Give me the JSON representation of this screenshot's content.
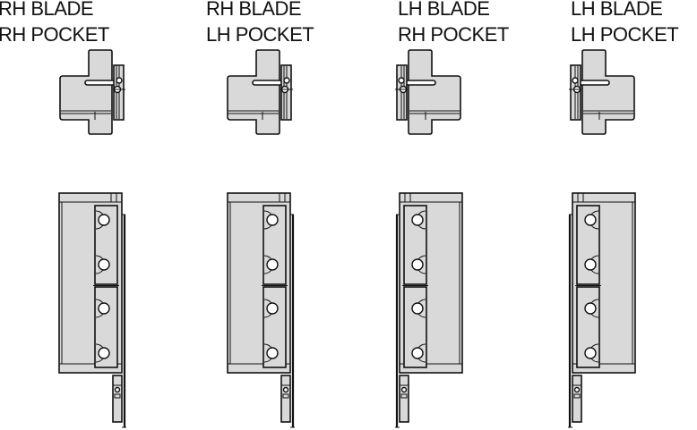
{
  "colors": {
    "fill": "#d9d9d9",
    "stroke": "#111111",
    "background": "#ffffff"
  },
  "configurations": [
    {
      "blade": "RH BLADE",
      "pocket": "RH POCKET",
      "mirror": false
    },
    {
      "blade": "RH BLADE",
      "pocket": "LH POCKET",
      "mirror": false
    },
    {
      "blade": "LH BLADE",
      "pocket": "RH POCKET",
      "mirror": true
    },
    {
      "blade": "LH BLADE",
      "pocket": "LH POCKET",
      "mirror": true
    }
  ]
}
